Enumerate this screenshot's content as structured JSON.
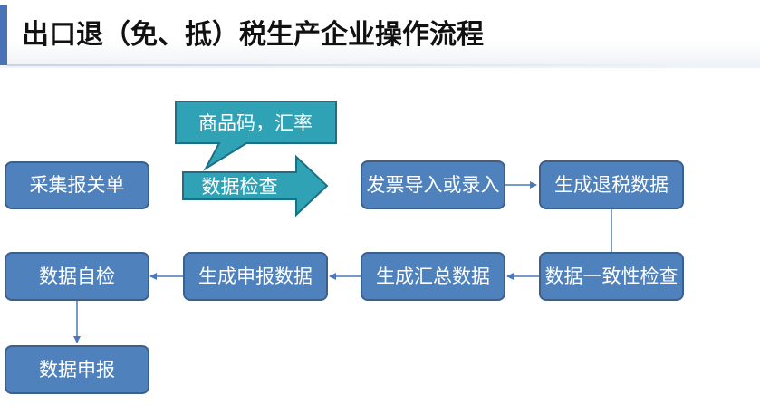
{
  "title": "出口退（免、抵）税生产企业操作流程",
  "callout": {
    "label": "商品码，汇率"
  },
  "check_arrow": {
    "label": "数据检查"
  },
  "nodes": {
    "collect": "采集报关单",
    "invoice": "发票导入或录入",
    "gen_refund": "生成退税数据",
    "consistency": "数据一致性检查",
    "gen_summary": "生成汇总数据",
    "gen_declare": "生成申报数据",
    "self_check": "数据自检",
    "declare": "数据申报"
  },
  "colors": {
    "box_fill": "#4f81bd",
    "box_border": "#3c5f8c",
    "teal_fill": "#2fa3b5",
    "teal_border": "#1c6f85",
    "title_accent": "#4a72b6"
  }
}
